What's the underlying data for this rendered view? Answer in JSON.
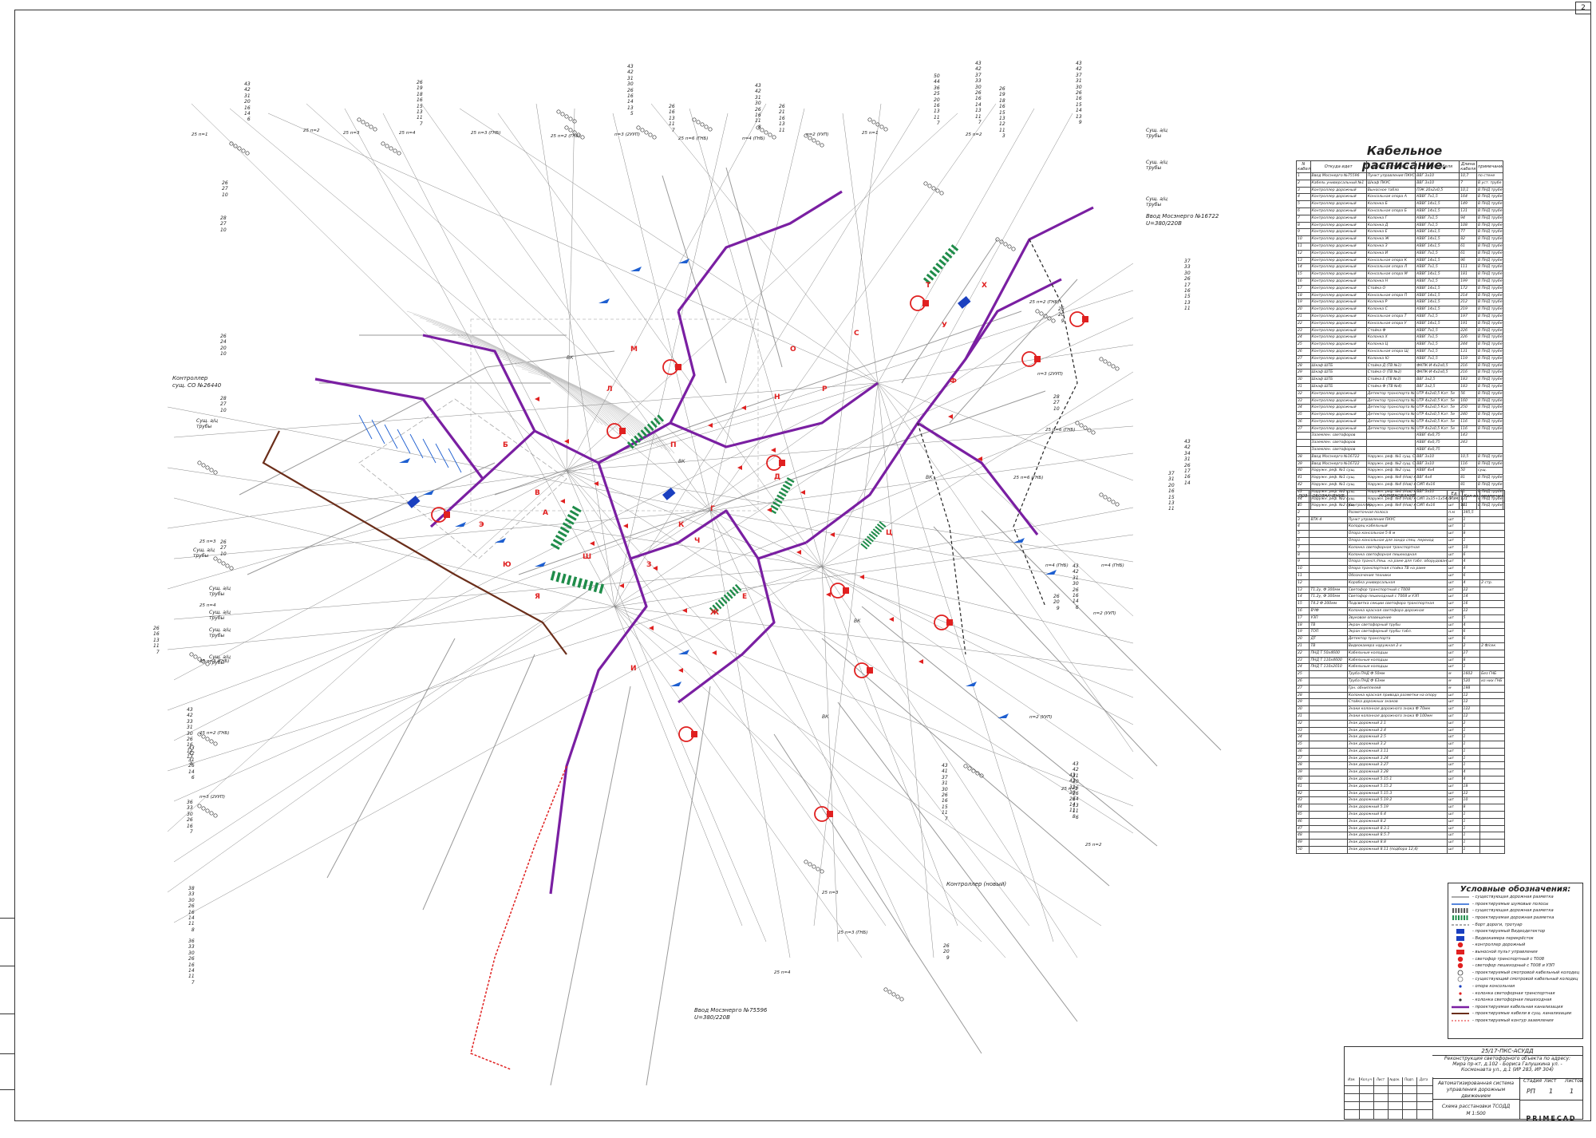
{
  "sheet": {
    "corner_label": "2",
    "accent_colors": {
      "duct": "#7a1fa2",
      "traffic_light": "#e02020",
      "crossing": "#1f8c4a",
      "marking": "#1e5fd0",
      "detector": "#1a3fbf",
      "cable_brown": "#6b2e1a"
    }
  },
  "plan": {
    "label_controller_existing": [
      "Контроллер",
      "сущ. СО №26440"
    ],
    "label_controller_new": "Контроллер (новый)",
    "label_input_1": [
      "Ввод Мосэнерго №16722",
      "U=380/220В"
    ],
    "label_input_2": [
      "Ввод Мосэнерго №75596",
      "U=380/220В"
    ],
    "label_existing_pipes": "Сущ. а/ц трубы",
    "label_wk": "ВК",
    "bundles_left": [
      [
        "43",
        "42",
        "31",
        "20",
        "16",
        "14",
        "6"
      ],
      [
        "26",
        "19",
        "18",
        "16",
        "15",
        "13",
        "11",
        "7"
      ],
      [
        "26",
        "27",
        "10"
      ],
      [
        "28",
        "27",
        "10"
      ],
      [
        "26",
        "24",
        "20",
        "10"
      ],
      [
        "28",
        "27",
        "10"
      ],
      [
        "26",
        "27",
        "10"
      ],
      [
        "26",
        "16",
        "13",
        "11",
        "7"
      ],
      [
        "43",
        "42",
        "33",
        "31",
        "30",
        "26",
        "16",
        "14",
        "13",
        "5"
      ],
      [
        "43",
        "42",
        "31",
        "26",
        "14",
        "6"
      ],
      [
        "36",
        "33",
        "30",
        "26",
        "16",
        "7"
      ],
      [
        "38",
        "33",
        "30",
        "26",
        "16",
        "14",
        "11",
        "8"
      ],
      [
        "36",
        "33",
        "30",
        "26",
        "16",
        "14",
        "11",
        "7"
      ]
    ],
    "bundles_top": [
      [
        "43",
        "42",
        "31",
        "30",
        "26",
        "16",
        "14",
        "13",
        "5"
      ],
      [
        "26",
        "16",
        "13",
        "11",
        "7"
      ],
      [
        "43",
        "42",
        "31",
        "30",
        "26",
        "16",
        "11",
        "8"
      ],
      [
        "26",
        "21",
        "16",
        "13",
        "11"
      ],
      [
        "50",
        "44",
        "36",
        "25",
        "20",
        "16",
        "13",
        "11",
        "7"
      ],
      [
        "43",
        "42",
        "37",
        "33",
        "30",
        "26",
        "16",
        "14",
        "13",
        "11",
        "7"
      ],
      [
        "26",
        "19",
        "18",
        "16",
        "15",
        "13",
        "12",
        "11",
        "3"
      ],
      [
        "43",
        "42",
        "37",
        "31",
        "30",
        "26",
        "16",
        "15",
        "14",
        "13",
        "9"
      ]
    ],
    "bundles_right": [
      [
        "37",
        "33",
        "30",
        "26",
        "17",
        "16",
        "15",
        "13",
        "11"
      ],
      [
        "26",
        "20",
        "9"
      ],
      [
        "28",
        "27",
        "10"
      ],
      [
        "43",
        "42",
        "34",
        "31",
        "26",
        "17",
        "16",
        "14"
      ],
      [
        "37",
        "31",
        "20",
        "16",
        "15",
        "13",
        "11"
      ],
      [
        "43",
        "42",
        "31",
        "30",
        "26",
        "16",
        "14",
        "6"
      ],
      [
        "26",
        "20",
        "9"
      ],
      [
        "43",
        "42",
        "31",
        "30",
        "26",
        "16",
        "14",
        "13",
        "11",
        "6"
      ],
      [
        "43",
        "42",
        "31",
        "30",
        "26",
        "14",
        "11",
        "8"
      ],
      [
        "43",
        "41",
        "37",
        "31",
        "30",
        "26",
        "16",
        "15",
        "11",
        "7"
      ],
      [
        "26",
        "20",
        "9"
      ]
    ],
    "cable_tags": [
      "25 п=1",
      "25 п=2",
      "25 п=3",
      "25 п=4",
      "25 п=3 (ГНБ)",
      "25 п=2 (ГНБ)",
      "п=3 (2УУП)",
      "25 п=6 (ГНБ)",
      "п=4 (ГНБ)",
      "п=2 (УУП)"
    ],
    "crossing_letters": [
      "А",
      "Б",
      "В",
      "Г",
      "Д",
      "Е",
      "Ж",
      "З",
      "И",
      "К",
      "Л",
      "М",
      "Н",
      "О",
      "П",
      "Р",
      "С",
      "Т",
      "У",
      "Ф",
      "Х",
      "Ц",
      "Ч",
      "Ш",
      "Э",
      "Ю",
      "Я"
    ]
  },
  "cable_schedule": {
    "title": "Кабельное расписание.",
    "headers": [
      "N кабеля",
      "Откуда идет",
      "Куда поступает",
      "Марка кабеля",
      "Длина кабеля",
      "примечание"
    ],
    "rows": [
      [
        "1",
        "Ввод Мосэнерго №75596",
        "Пункт управления ПКУС",
        "ВВГ 3х10",
        "10,7",
        "по стене"
      ],
      [
        "2",
        "Кабель универсальный №1",
        "Шкаф ПКУС",
        "ВВГ 3х10",
        "7",
        "В уст. трубе"
      ],
      [
        "3",
        "Контроллер дорожный",
        "Выносное табло",
        "ПЭК 20х2х0,5",
        "10,1",
        "В ПНД трубе"
      ],
      [
        "4",
        "Контроллер дорожный",
        "Консольная опора А",
        "КВВГ 7х1,5",
        "164",
        "В ПНД трубе"
      ],
      [
        "5",
        "Контроллер дорожный",
        "Колонка Б",
        "КВВГ 14х1,5",
        "149",
        "В ПНД трубе"
      ],
      [
        "6",
        "Контроллер дорожный",
        "Консольная опора Б",
        "КВВГ 14х1,5",
        "131",
        "В ПНД трубе"
      ],
      [
        "7",
        "Контроллер дорожный",
        "Колонка Г",
        "КВВГ 7х1,5",
        "94",
        "В ПНД трубе"
      ],
      [
        "8",
        "Контроллер дорожный",
        "Колонка Д",
        "КВВГ 7х1,5",
        "108",
        "В ПНД трубе"
      ],
      [
        "9",
        "Контроллер дорожный",
        "Колонка Е",
        "КВВГ 14х1,5",
        "77",
        "В ПНД трубе"
      ],
      [
        "10",
        "Контроллер дорожный",
        "Колонка Ж",
        "КВВГ 14х1,5",
        "82",
        "В ПНД трубе"
      ],
      [
        "11",
        "Контроллер дорожный",
        "Колонка З",
        "КВВГ 14х1,5",
        "61",
        "В ПНД трубе"
      ],
      [
        "12",
        "Контроллер дорожный",
        "Колонка И",
        "КВВГ 7х1,5",
        "61",
        "В ПНД трубе"
      ],
      [
        "13",
        "Контроллер дорожный",
        "Консольная опора К",
        "КВВГ 14х1,5",
        "96",
        "В ПНД трубе"
      ],
      [
        "14",
        "Контроллер дорожный",
        "Консольная опора Л",
        "КВВГ 7х1,5",
        "111",
        "В ПНД трубе"
      ],
      [
        "15",
        "Контроллер дорожный",
        "Консольная опора М",
        "КВВГ 14х1,5",
        "181",
        "В ПНД трубе"
      ],
      [
        "16",
        "Контроллер дорожный",
        "Колонка Н",
        "КВВГ 7х1,5",
        "199",
        "В ПНД трубе"
      ],
      [
        "17",
        "Контроллер дорожный",
        "Стойка О",
        "КВВГ 14х1,5",
        "172",
        "В ПНД трубе"
      ],
      [
        "18",
        "Контроллер дорожный",
        "Консольная опора П",
        "КВВГ 14х1,5",
        "214",
        "В ПНД трубе"
      ],
      [
        "19",
        "Контроллер дорожный",
        "Колонка Р",
        "КВВГ 14х1,5",
        "212",
        "В ПНД трубе"
      ],
      [
        "20",
        "Контроллер дорожный",
        "Колонка С",
        "КВВГ 14х1,5",
        "219",
        "В ПНД трубе"
      ],
      [
        "21",
        "Контроллер дорожный",
        "Консольная опора Т",
        "КВВГ 7х1,5",
        "197",
        "В ПНД трубе"
      ],
      [
        "22",
        "Контроллер дорожный",
        "Консольная опора У",
        "КВВГ 14х1,5",
        "191",
        "В ПНД трубе"
      ],
      [
        "23",
        "Контроллер дорожный",
        "Стойка Ф",
        "КВВГ 7х1,5",
        "226",
        "В ПНД трубе"
      ],
      [
        "24",
        "Контроллер дорожный",
        "Колонка Х",
        "КВВГ 7х1,5",
        "226",
        "В ПНД трубе"
      ],
      [
        "25",
        "Контроллер дорожный",
        "Колонка Ц",
        "КВВГ 7х1,5",
        "244",
        "В ПНД трубе"
      ],
      [
        "26",
        "Контроллер дорожный",
        "Консольная опора Щ",
        "КВВГ 7х1,5",
        "131",
        "В ПНД трубе"
      ],
      [
        "27",
        "Контроллер дорожный",
        "Колонка Ю",
        "КВВГ 7х1,5",
        "119",
        "В ПНД трубе"
      ],
      [
        "28",
        "Шкаф ШТБ",
        "Стойка Д (ТВ №1)",
        "ФКПК-И-4х2х0,5",
        "216",
        "В ПНД трубе"
      ],
      [
        "29",
        "Шкаф ШТБ",
        "Стойка О (ТВ №2)",
        "ФКПК-И-4х2х0,5",
        "216",
        "В ПНД трубе"
      ],
      [
        "30",
        "Шкаф ШТБ",
        "Стойка Е (ТВ №3)",
        "ВВГ 3х2,5",
        "183",
        "В ПНД трубе"
      ],
      [
        "31",
        "Шкаф ШТБ",
        "Стойка Ф (ТВ №4)",
        "ВВГ 3х2,5",
        "183",
        "В ПНД трубе"
      ],
      [
        "32",
        "Контроллер дорожный",
        "Детектор транспорта №1",
        "UTP 4х2х0,5 Кат. 5е",
        "56",
        "В ПНД трубе"
      ],
      [
        "33",
        "Контроллер дорожный",
        "Детектор транспорта №2",
        "UTP 4х2х0,5 Кат. 5е",
        "160",
        "В ПНД трубе"
      ],
      [
        "34",
        "Контроллер дорожный",
        "Детектор транспорта №3",
        "UTP 4х2х0,5 Кат. 5е",
        "250",
        "В ПНД трубе"
      ],
      [
        "35",
        "Контроллер дорожный",
        "Детектор транспорта №4",
        "UTP 4х2х0,5 Кат. 5е",
        "240",
        "В ПНД трубе"
      ],
      [
        "36",
        "Контроллер дорожный",
        "Детектор транспорта №5",
        "UTP 4х2х0,5 Кат. 5е",
        "116",
        "В ПНД трубе"
      ],
      [
        "37",
        "Контроллер дорожный",
        "Детектор транспорта №6",
        "UTP 4х2х0,5 Кат. 5е",
        "116",
        "В ПНД трубе"
      ],
      [
        "",
        "Заземлен. светофоров",
        "",
        "КВВГ 4х0,75",
        "143",
        ""
      ],
      [
        "",
        "Заземлен. светофоров",
        "",
        "КВВГ 4х0,75",
        "243",
        ""
      ],
      [
        "",
        "Заземлен. светофоров",
        "",
        "КВВГ 4х0,75",
        "",
        ""
      ],
      [
        "38",
        "Ввод Мосэнерго №16722",
        "Наружн. реф. №1 сущ. СО №2440",
        "ВВГ 3х10",
        "10,5",
        "В ПНД трубе"
      ],
      [
        "39",
        "Ввод Мосэнерго №16722",
        "Наружн. реф. №2 сущ. СО №2440",
        "ВВГ 3х10",
        "116",
        "В ПНД трубе"
      ],
      [
        "40",
        "Наружн. реф. №1 сущ.",
        "Наружн. реф. №2 сущ.",
        "КВВГ 4х4",
        "50",
        "сущ."
      ],
      [
        "41",
        "Наружн. реф. №1 сущ.",
        "Наружн. реф. №4 (Нов) колонка Л",
        "ВВГ 4х4",
        "81",
        "В ПНД трубе"
      ],
      [
        "42",
        "Наружн. реф. №1 сущ.",
        "Наружн. реф. №4 (Нов) колонка Л",
        "СИП 4х16",
        "81",
        "В ПНД трубе"
      ],
      [
        "43",
        "Наружн. реф. №2 сущ.",
        "Наружн. реф. №4 (Нов) колонка Л",
        "ВВГ 3х10",
        "81",
        "В ПНД трубе"
      ],
      [
        "44",
        "Наружн. реф. №2 сущ.",
        "Наружн. реф. №4 (Нов) колонка Л",
        "СИП 3х35+1х54,6",
        "131",
        "В ПНД трубе"
      ],
      [
        "45",
        "Наружн. реф. №2 сущ.",
        "Наружн. реф. №4 (Нов) колонка Л",
        "СИП 4х16",
        "161",
        "В ПНД трубе"
      ]
    ]
  },
  "specification": {
    "headers": [
      "ПОЗ",
      "ОБОЗНАЧЕНИЕ",
      "НАИМЕНОВАНИЕ",
      "Ед. Изм.",
      "Кол-во",
      "примечание"
    ],
    "rows": [
      [
        "1",
        "",
        "Контроллер",
        "шт",
        "1",
        ""
      ],
      [
        "2",
        "",
        "Разметочная полоса",
        "п.м",
        "395,5",
        ""
      ],
      [
        "3",
        "ВТК-4",
        "Пункт управления ПКУС",
        "шт",
        "1",
        ""
      ],
      [
        "4",
        "",
        "Колодец кабельный",
        "шт",
        "1",
        ""
      ],
      [
        "5",
        "",
        "Опора консольная 5-8 м",
        "шт",
        "8",
        ""
      ],
      [
        "6",
        "",
        "Опора консольная для зонда спец. переход",
        "шт",
        "1",
        ""
      ],
      [
        "7",
        "",
        "Колонка светофорная транспортная",
        "шт",
        "10",
        ""
      ],
      [
        "8",
        "",
        "Колонка светофорная пешеходная",
        "шт",
        "6",
        ""
      ],
      [
        "9",
        "",
        "Опора трансп./пеш. на раме для табл. оборудован.",
        "шт",
        "4",
        ""
      ],
      [
        "10",
        "",
        "Опора транспортная стойка ТВ на раме",
        "шт",
        "4",
        ""
      ],
      [
        "11",
        "",
        "Обозначения техники",
        "шт",
        "6",
        ""
      ],
      [
        "12",
        "",
        "Коробка универсальная",
        "шт",
        "4",
        "2 стр."
      ],
      [
        "13",
        "Т1.2у, Ф 300мм",
        "Светофор транспортный с Т008",
        "шт",
        "22",
        ""
      ],
      [
        "14",
        "Т1.2у, Ф 300мм",
        "Светофор пешеходный с Т008 и УЗП",
        "шт",
        "14",
        ""
      ],
      [
        "15",
        "Т4.2 Ф 200мм",
        "Подсветка секции светофора транспортная",
        "шт",
        "16",
        ""
      ],
      [
        "16",
        "ВЧФ",
        "Колонка красная светофора дорожная",
        "шт",
        "22",
        ""
      ],
      [
        "17",
        "УЗП",
        "Звуковое оповещение",
        "шт",
        "5",
        ""
      ],
      [
        "18",
        "ТВ",
        "Экран светофорный трубы",
        "шт",
        "4",
        ""
      ],
      [
        "19",
        "ТОП",
        "Экран светофорный трубы табл.",
        "шт",
        "6",
        ""
      ],
      [
        "20",
        "ДТ",
        "Детектор транспорта",
        "шт",
        "6",
        ""
      ],
      [
        "21",
        "ТВ",
        "Видеокамера наружная 2-х",
        "шт",
        "2",
        "2 Ф/сек"
      ],
      [
        "22",
        "ПНД Т 50х4600",
        "Кабельные колодцы",
        "шт",
        "27",
        ""
      ],
      [
        "23",
        "ПНД Т 110х4600",
        "Кабельные колодцы",
        "шт",
        "8",
        ""
      ],
      [
        "24",
        "ПНД Т 110х2010",
        "Кабельные колодцы",
        "шт",
        "1",
        ""
      ],
      [
        "25",
        "",
        "Труба ПНД Ф 50мм",
        "м",
        "1602",
        "Без ГНБ"
      ],
      [
        "26",
        "",
        "Труба ПНД Ф 63мм",
        "м",
        "520",
        "из них ГНБ"
      ],
      [
        "27",
        "",
        "Грн. обниппелей",
        "м",
        "198",
        ""
      ],
      [
        "28",
        "",
        "Колонка красная привода разметки на опору",
        "шт",
        "12",
        ""
      ],
      [
        "29",
        "",
        "Стойка дорожных знаков",
        "шт",
        "12",
        ""
      ],
      [
        "30",
        "",
        "Знаки колонная дорожного знака Ф 70мм",
        "шт",
        "122",
        ""
      ],
      [
        "31",
        "",
        "Знаки колонная дорожного знака Ф 100мм",
        "шт",
        "12",
        ""
      ],
      [
        "32",
        "",
        "Знак дорожный 2.1",
        "шт",
        "2",
        ""
      ],
      [
        "33",
        "",
        "Знак дорожный 2.4",
        "шт",
        "1",
        ""
      ],
      [
        "34",
        "",
        "Знак дорожный 2.5",
        "шт",
        "1",
        ""
      ],
      [
        "35",
        "",
        "Знак дорожный 3.2",
        "шт",
        "1",
        ""
      ],
      [
        "36",
        "",
        "Знак дорожный 3.11",
        "шт",
        "1",
        ""
      ],
      [
        "37",
        "",
        "Знак дорожный 3.24",
        "шт",
        "1",
        ""
      ],
      [
        "38",
        "",
        "Знак дорожный 3.27",
        "шт",
        "1",
        ""
      ],
      [
        "39",
        "",
        "Знак дорожный 3.28",
        "шт",
        "4",
        ""
      ],
      [
        "40",
        "",
        "Знак дорожный 5.15.1",
        "шт",
        "4",
        ""
      ],
      [
        "41",
        "",
        "Знак дорожный 5.15.2",
        "шт",
        "18",
        ""
      ],
      [
        "42",
        "",
        "Знак дорожный 5.15.3",
        "шт",
        "22",
        ""
      ],
      [
        "43",
        "",
        "Знак дорожный 5.19.2",
        "шт",
        "10",
        ""
      ],
      [
        "44",
        "",
        "Знак дорожный 5.19",
        "шт",
        "8",
        ""
      ],
      [
        "45",
        "",
        "Знак дорожный 6.4",
        "шт",
        "1",
        ""
      ],
      [
        "46",
        "",
        "Знак дорожный 8.2",
        "шт",
        "1",
        ""
      ],
      [
        "47",
        "",
        "Знак дорожный 8.3.1",
        "шт",
        "1",
        ""
      ],
      [
        "48",
        "",
        "Знак дорожный 8.5.7",
        "шт",
        "1",
        ""
      ],
      [
        "49",
        "",
        "Знак дорожный 8.8",
        "шт",
        "1",
        ""
      ],
      [
        "50",
        "",
        "Знак дорожный 8.11 (подбора 12,4)",
        "шт",
        "1",
        ""
      ]
    ]
  },
  "legend": {
    "title": "Условные обозначения:",
    "items": [
      "- существующая дорожная разметка",
      "- проектируемые шумовые полосы",
      "- существующая дорожная разметка",
      "- проектируемая дорожная разметка",
      "- борт дороги, тротуар",
      "- проектируемый Видеодетектор",
      "- Видеокамера перекрёсток",
      "- контроллер дорожный",
      "- выносной пульт управления",
      "- светофор транспортный с Т008",
      "- светофор пешеходный с Т008 и УЗП",
      "- проектируемый смотровой кабельный колодец",
      "- существующий смотровой кабельный колодец",
      "- опора консольная",
      "- колонка светофорная транспортная",
      "- колонка светофорная пешеходная",
      "- проектируемая кабельная канализация",
      "- проектируемые кабели в сущ. канализации",
      "- проектируемый контур заземления"
    ]
  },
  "title_block": {
    "code": "25/17-ПКС-АСУДД",
    "object": [
      "Реконструкция светофорного объекта по адресу:",
      "Мира пр-кт, д.102 - Бориса Галушкина ул. -",
      "Космонавта ул., д.1 (ИР 283, ИР 304)"
    ],
    "system": [
      "Автоматизированная система",
      "управления дорожным движением"
    ],
    "stage_hdr": "Стадия",
    "sheet_hdr": "Лист",
    "sheets_hdr": "Листов",
    "stage": "РП",
    "sheet": "1",
    "sheets": "1",
    "scheme": [
      "Схема расстановки ТСОДД",
      "М 1:500"
    ],
    "brand": "PRIMECAD",
    "grid_headers": [
      "Изм.",
      "Кол.уч",
      "Лист",
      "№док.",
      "Подп.",
      "Дата"
    ]
  }
}
